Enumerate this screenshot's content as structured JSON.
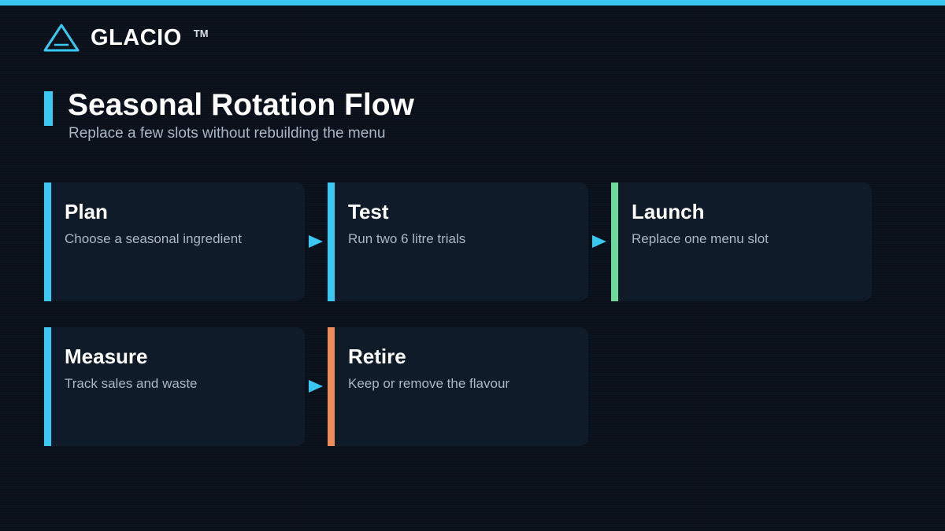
{
  "colors": {
    "background": "#0a1019",
    "card": "#0f1b28",
    "accent_blue": "#38c8f2",
    "accent_green": "#6fd99b",
    "accent_orange": "#ee8d5a"
  },
  "brand": {
    "name": "GLACIO",
    "trademark": "TM",
    "logo_icon": "triangle-logo-icon"
  },
  "header": {
    "title": "Seasonal Rotation Flow",
    "subtitle": "Replace a few slots without rebuilding the menu"
  },
  "steps": [
    {
      "title": "Plan",
      "description": "Choose a seasonal ingredient",
      "accent": "#38c8f2"
    },
    {
      "title": "Test",
      "description": "Run two 6 litre trials",
      "accent": "#38c8f2"
    },
    {
      "title": "Launch",
      "description": "Replace one menu slot",
      "accent": "#6fd99b"
    },
    {
      "title": "Measure",
      "description": "Track sales and waste",
      "accent": "#38c8f2"
    },
    {
      "title": "Retire",
      "description": "Keep or remove the flavour",
      "accent": "#ee8d5a"
    }
  ],
  "connector_icon": "play-arrow-icon"
}
